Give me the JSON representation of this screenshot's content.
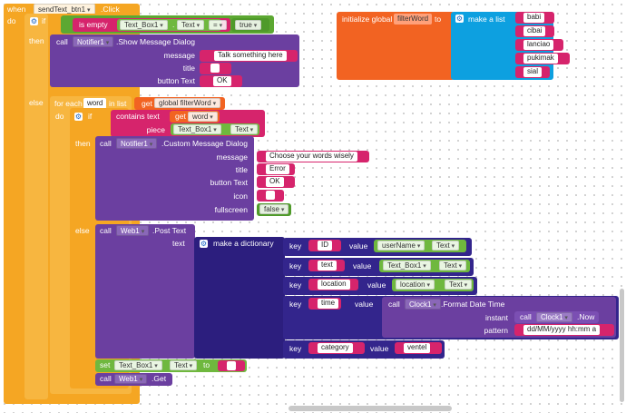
{
  "event": {
    "when": "when",
    "component": "sendText_btn1",
    "event": ".Click",
    "do": "do"
  },
  "if1": {
    "if": "if",
    "then": "then",
    "else": "else",
    "is_empty": "is empty",
    "textbox": "Text_Box1",
    "text": "Text",
    "eq": "=",
    "true_val": "true"
  },
  "notifier1": {
    "call": "call",
    "component": "Notifier1",
    "method": ".Show Message Dialog",
    "message_label": "message",
    "message_value": "Talk something here",
    "title_label": "title",
    "title_value": "",
    "button_label": "button Text",
    "button_value": "OK"
  },
  "foreach": {
    "for_each": "for each",
    "var": "word",
    "in_list": "in list",
    "get": "get",
    "list_var": "global filterWord",
    "do": "do"
  },
  "if2": {
    "if": "if",
    "then": "then",
    "else": "else",
    "contains_text": "contains text",
    "get": "get",
    "word": "word",
    "piece": "piece",
    "textbox": "Text_Box1",
    "text": "Text"
  },
  "custom_dialog": {
    "call": "call",
    "component": "Notifier1",
    "method": ".Custom Message Dialog",
    "message_label": "message",
    "message_value": "Choose your words wisely",
    "title_label": "title",
    "title_value": "Error",
    "button_label": "button Text",
    "button_value": "OK",
    "icon_label": "icon",
    "icon_value": "",
    "fullscreen_label": "fullscreen",
    "fullscreen_value": "false"
  },
  "web_post": {
    "call": "call",
    "component": "Web1",
    "method": ".Post Text",
    "text_label": "text",
    "make_dict": "make a dictionary",
    "pairs": [
      {
        "key_label": "key",
        "key": "ID",
        "value_label": "value",
        "comp": "userName",
        "prop": "Text"
      },
      {
        "key_label": "key",
        "key": "text",
        "value_label": "value",
        "comp": "Text_Box1",
        "prop": "Text"
      },
      {
        "key_label": "key",
        "key": "location",
        "value_label": "value",
        "comp": "location",
        "prop": "Text"
      },
      {
        "key_label": "key",
        "key": "time",
        "value_label": "value"
      },
      {
        "key_label": "key",
        "key": "category",
        "value_label": "value",
        "literal": "ventel"
      }
    ],
    "clock": {
      "call": "call",
      "component": "Clock1",
      "method": ".Format Date Time",
      "instant_label": "instant",
      "instant_call": "call",
      "instant_comp": "Clock1",
      "instant_method": ".Now",
      "pattern_label": "pattern",
      "pattern_value": "dd/MM/yyyy hh:mm a"
    }
  },
  "setter": {
    "set": "set",
    "component": "Text_Box1",
    "prop": "Text",
    "to": "to",
    "value": ""
  },
  "web_get": {
    "call": "call",
    "component": "Web1",
    "method": ".Get"
  },
  "global": {
    "initialize": "initialize global",
    "name": "filterWord",
    "to": "to",
    "make_list": "make a list",
    "items": [
      "babi",
      "cibai",
      "lanciao",
      "pukimak",
      "sial"
    ]
  },
  "colors": {
    "control": "#f5a623",
    "procedure": "#6b3fa0",
    "dictionary": "#2c1e7e",
    "component": "#6fb83e",
    "text": "#d6246c",
    "variable": "#f26322",
    "list": "#0da0e0"
  }
}
